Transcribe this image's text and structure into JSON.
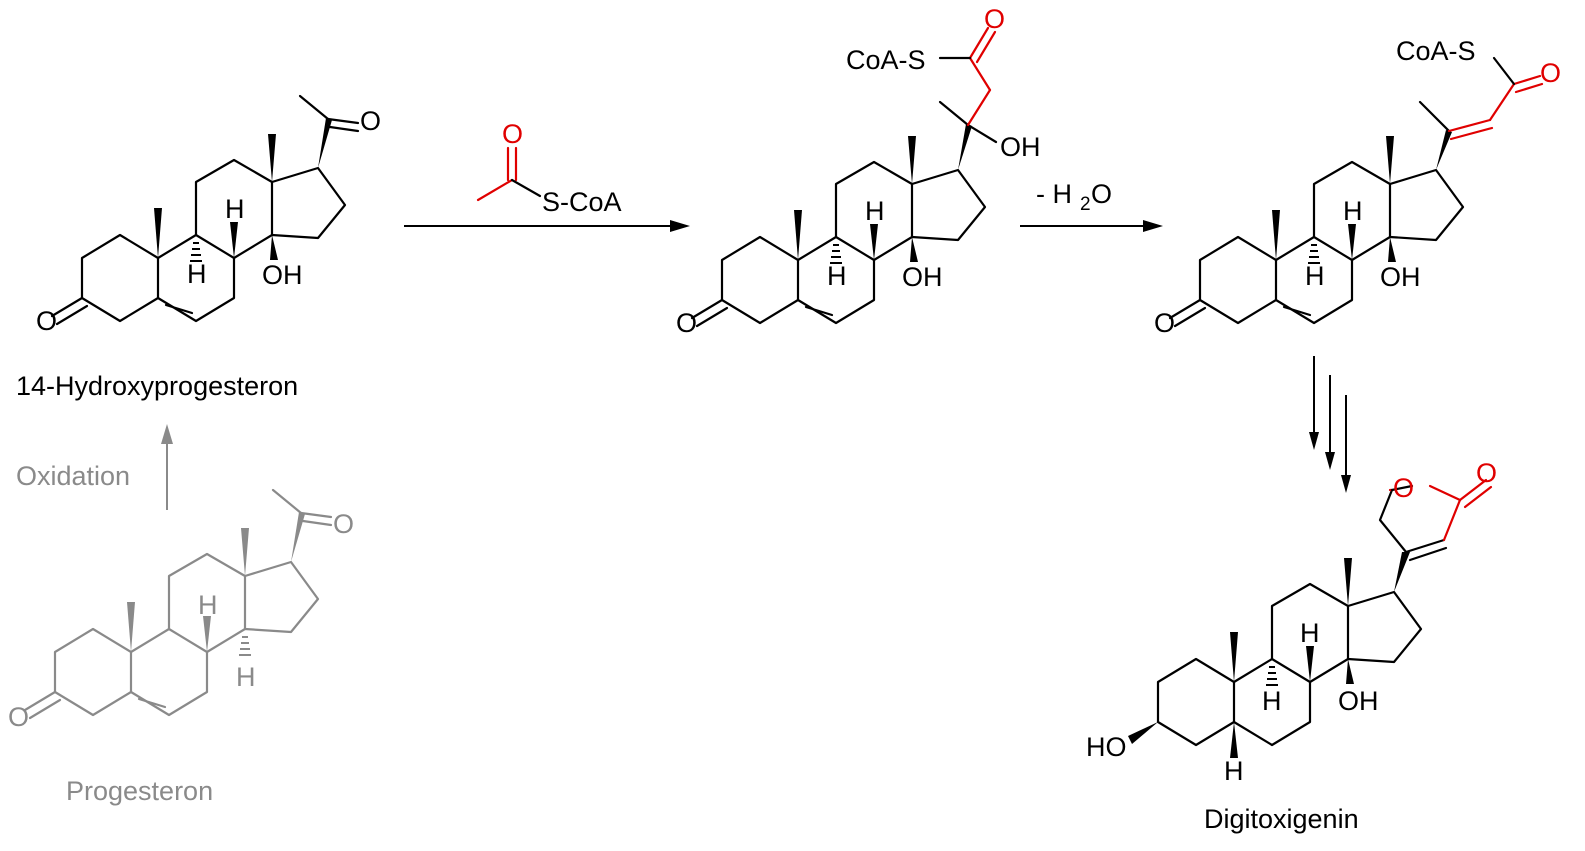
{
  "compounds": {
    "hydroxyprogesterone": {
      "name": "14-Hydroxyprogesteron"
    },
    "progesterone": {
      "name": "Progesteron"
    },
    "digitoxigenin": {
      "name": "Digitoxigenin"
    }
  },
  "reagents": {
    "acetyl_coa_label": "S-CoA",
    "acetyl_o": "O"
  },
  "labels": {
    "coa_s": "CoA-S",
    "oh": "OH",
    "o": "O",
    "h": "H",
    "ho": "HO",
    "water_minus": "- H",
    "water_sub": "2",
    "water_o": "O"
  },
  "arrows": {
    "oxidation": "Oxidation"
  },
  "colors": {
    "highlight": "#e00000",
    "faded": "#8a8a8a",
    "ink": "#000000"
  }
}
